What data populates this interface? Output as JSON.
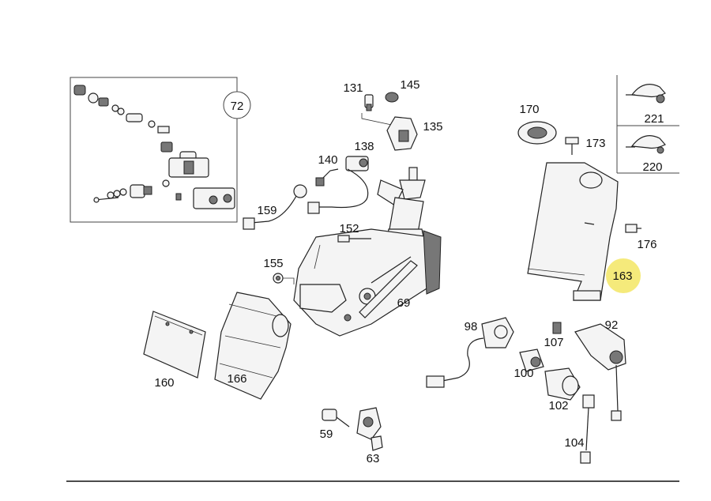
{
  "labels": {
    "p72": "72",
    "p131": "131",
    "p145": "145",
    "p135": "135",
    "p138": "138",
    "p140": "140",
    "p159": "159",
    "p152": "152",
    "p155": "155",
    "p69": "69",
    "p160": "160",
    "p166": "166",
    "p59": "59",
    "p63": "63",
    "p98": "98",
    "p100": "100",
    "p102": "102",
    "p104": "104",
    "p107": "107",
    "p92": "92",
    "p170": "170",
    "p173": "173",
    "p176": "176",
    "p163": "163",
    "p221": "221",
    "p220": "220"
  },
  "highlight": {
    "part": "163",
    "color": "#f2e55a"
  }
}
